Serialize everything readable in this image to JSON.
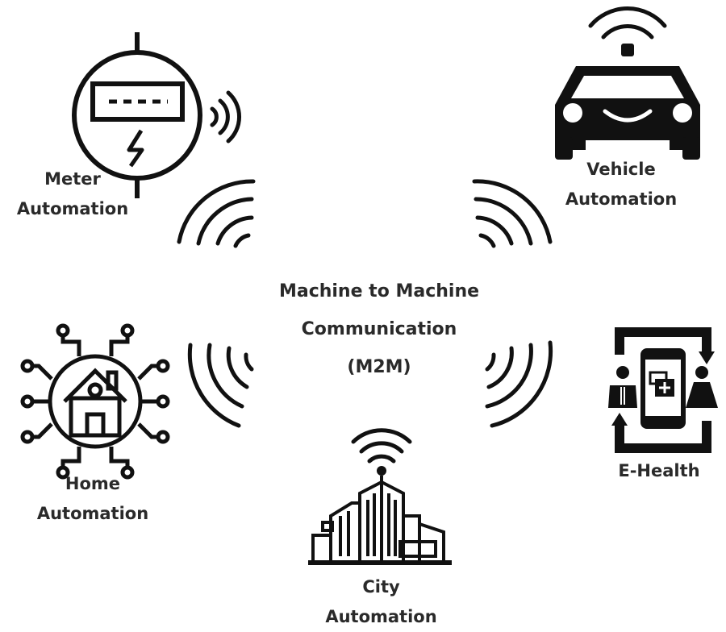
{
  "center": {
    "line1": "Machine to Machine",
    "line2": "Communication",
    "line3": "(M2M)"
  },
  "nodes": {
    "meter": {
      "line1": "Meter",
      "line2": "Automation",
      "icon": "electric-meter-icon"
    },
    "vehicle": {
      "line1": "Vehicle",
      "line2": "Automation",
      "icon": "autonomous-car-icon"
    },
    "home": {
      "line1": "Home",
      "line2": "Automation",
      "icon": "smart-home-icon"
    },
    "health": {
      "line1": "E-Health",
      "icon": "e-health-icon"
    },
    "city": {
      "line1": "City",
      "line2": "Automation",
      "icon": "smart-city-icon"
    }
  },
  "colors": {
    "ink": "#111111",
    "text": "#2a2a2a",
    "background": "#ffffff"
  }
}
